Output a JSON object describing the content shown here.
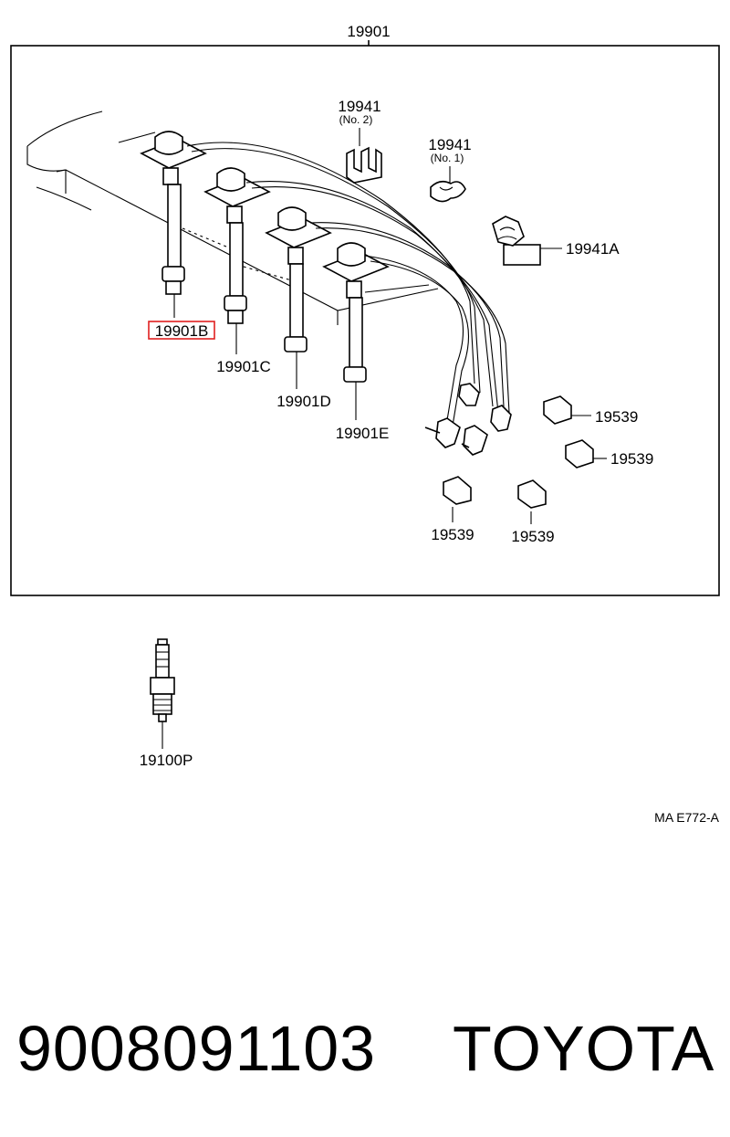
{
  "labels": {
    "assembly": "19901",
    "clamp_no2": "19941",
    "clamp_no2_sub": "(No. 2)",
    "clamp_no1": "19941",
    "clamp_no1_sub": "(No. 1)",
    "clamp_a": "19941A",
    "cord_b": "19901B",
    "cord_c": "19901C",
    "cord_d": "19901D",
    "cord_e": "19901E",
    "coil_cap_1": "19539",
    "coil_cap_2": "19539",
    "coil_cap_3": "19539",
    "coil_cap_4": "19539",
    "spark_plug": "19100P",
    "diagram_code": "MA  E772-A"
  },
  "highlight": {
    "label": "19901B",
    "color": "#e02020"
  },
  "footer": {
    "part_number": "9008091103",
    "brand": "TOYOTA"
  }
}
